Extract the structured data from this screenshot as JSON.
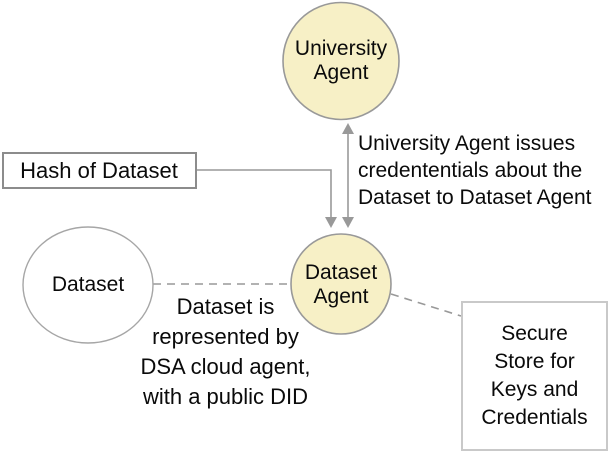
{
  "diagram": {
    "background": "#ffffff",
    "nodes": {
      "university_agent": {
        "type": "circle",
        "label_lines": [
          "University",
          "Agent"
        ],
        "fill": "#f7f0c6",
        "border": "#999999"
      },
      "dataset_agent": {
        "type": "circle",
        "label_lines": [
          "Dataset",
          "Agent"
        ],
        "fill": "#f7f0c6",
        "border": "#999999"
      },
      "dataset": {
        "type": "circle",
        "label": "Dataset",
        "fill": "#ffffff",
        "border": "#a6a6a6"
      },
      "hash_of_dataset": {
        "type": "box",
        "label": "Hash of Dataset",
        "fill": "#ffffff",
        "border": "#8c8c8c"
      },
      "secure_store": {
        "type": "box",
        "label_lines": [
          "Secure",
          "Store for",
          "Keys and",
          "Credentials"
        ],
        "fill": "#ffffff",
        "border": "#c9c9c9"
      }
    },
    "annotations": {
      "credential_issue": {
        "lines": [
          "University Agent issues",
          "credententials about the",
          "Dataset to Dataset Agent"
        ]
      },
      "dataset_representation": {
        "lines": [
          "Dataset is",
          "represented by",
          "DSA cloud agent,",
          "with a public DID"
        ]
      }
    },
    "edges": [
      {
        "from": "hash_of_dataset",
        "to": "dataset_agent",
        "style": "solid-elbow",
        "arrow": "to"
      },
      {
        "from": "university_agent",
        "to": "dataset_agent",
        "style": "solid",
        "arrow": "both"
      },
      {
        "from": "dataset",
        "to": "dataset_agent",
        "style": "dashed",
        "arrow": "none"
      },
      {
        "from": "dataset_agent",
        "to": "secure_store",
        "style": "dashed",
        "arrow": "none"
      }
    ],
    "colors": {
      "connector": "#999999",
      "text": "#0a0a0a"
    }
  }
}
